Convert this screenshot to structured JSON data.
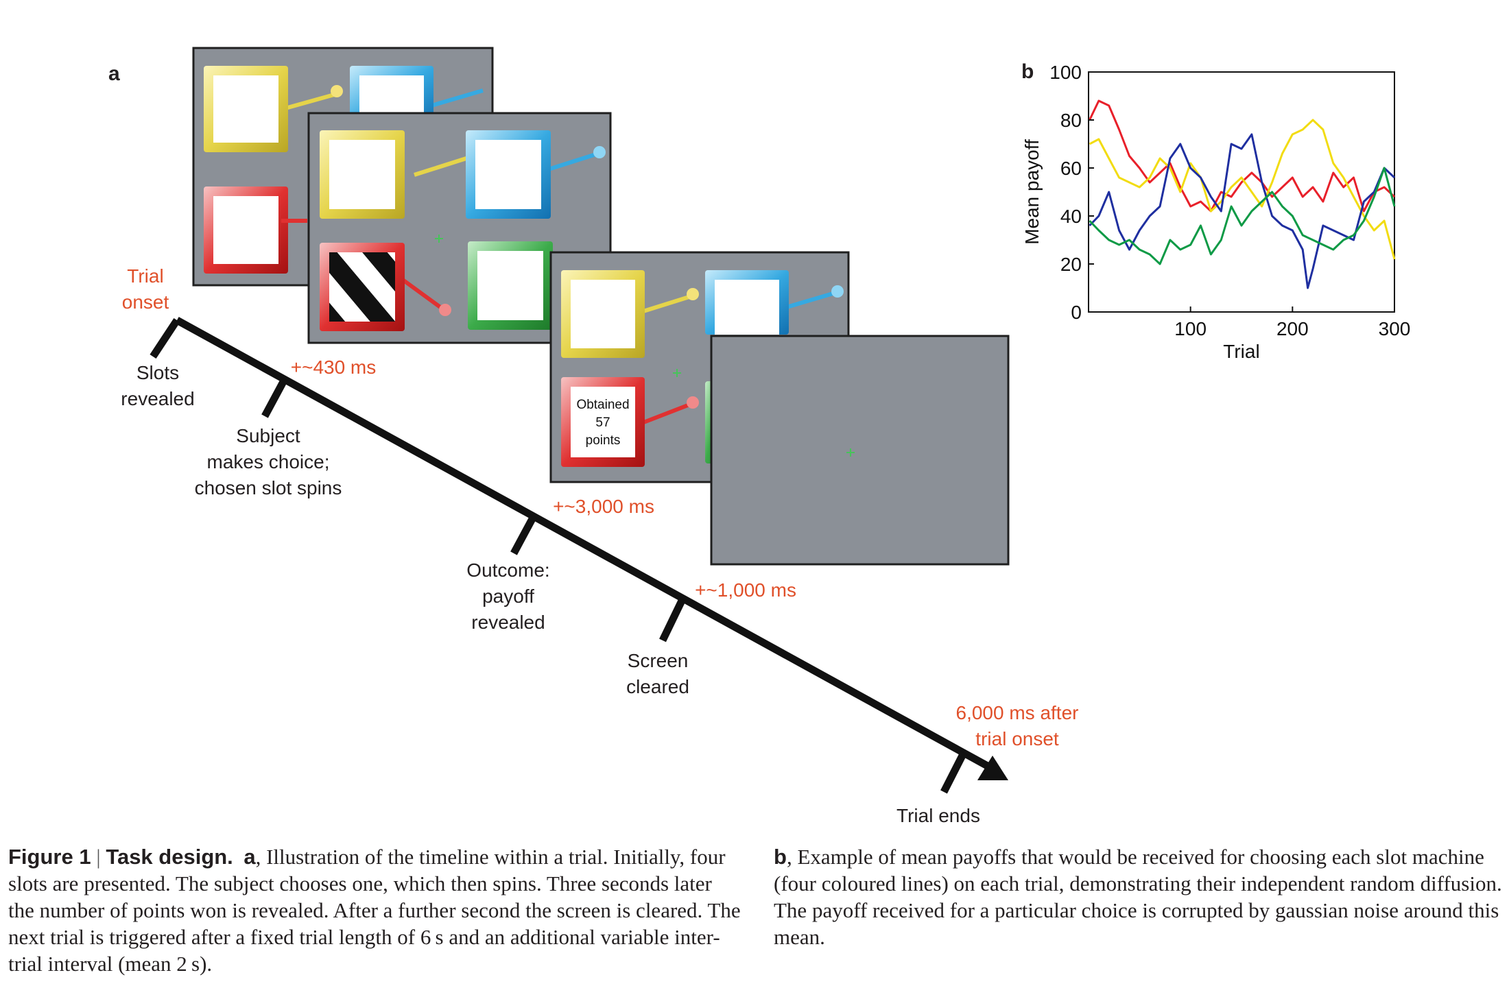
{
  "panel_labels": {
    "a": "a",
    "b": "b"
  },
  "timeline": {
    "onset_label": [
      "Trial",
      "onset"
    ],
    "events": [
      {
        "label": [
          "Slots",
          "revealed"
        ]
      },
      {
        "label": [
          "Subject",
          "makes choice;",
          "chosen slot spins"
        ],
        "delay": "+~430 ms"
      },
      {
        "label": [
          "Outcome:",
          "payoff",
          "revealed"
        ],
        "delay": "+~3,000 ms"
      },
      {
        "label": [
          "Screen",
          "cleared"
        ],
        "delay": "+~1,000 ms"
      },
      {
        "label": [
          "Trial ends"
        ],
        "delay": [
          "6,000 ms after",
          "trial onset"
        ]
      }
    ],
    "outcome_slot_text": [
      "Obtained",
      "57",
      "points"
    ]
  },
  "colors": {
    "accent_text": "#e0502a",
    "screen_gray": "#8b9097",
    "slot_yellow": "#e5d44a",
    "slot_blue": "#36a9e1",
    "slot_red": "#e03131",
    "slot_green": "#3cab4a",
    "fixation_cross": "#47c35a",
    "series_blue": "#1f2fa0",
    "series_red": "#e8202a",
    "series_yellow": "#f2dc12",
    "series_green": "#0e9a46"
  },
  "chart_data": {
    "type": "line",
    "xlabel": "Trial",
    "ylabel": "Mean payoff",
    "xlim": [
      0,
      300
    ],
    "ylim": [
      0,
      100
    ],
    "xticks": [
      100,
      200,
      300
    ],
    "yticks": [
      0,
      20,
      40,
      60,
      80,
      100
    ],
    "grid": false,
    "legend": "none",
    "series": [
      {
        "color": "red",
        "x": [
          1,
          10,
          20,
          30,
          40,
          50,
          60,
          70,
          80,
          90,
          100,
          110,
          120,
          130,
          140,
          150,
          160,
          170,
          180,
          190,
          200,
          210,
          220,
          230,
          240,
          250,
          260,
          270,
          280,
          290,
          300
        ],
        "y": [
          80,
          88,
          86,
          76,
          65,
          60,
          54,
          58,
          62,
          52,
          44,
          46,
          42,
          50,
          48,
          54,
          58,
          54,
          48,
          52,
          56,
          48,
          52,
          46,
          58,
          52,
          56,
          42,
          50,
          52,
          48
        ]
      },
      {
        "color": "yellow",
        "x": [
          1,
          10,
          20,
          30,
          40,
          50,
          60,
          70,
          80,
          90,
          100,
          110,
          120,
          130,
          140,
          150,
          160,
          170,
          180,
          190,
          200,
          210,
          220,
          230,
          240,
          250,
          260,
          270,
          280,
          290,
          300
        ],
        "y": [
          70,
          72,
          64,
          56,
          54,
          52,
          56,
          64,
          60,
          50,
          62,
          56,
          42,
          46,
          52,
          56,
          50,
          44,
          54,
          66,
          74,
          76,
          80,
          76,
          62,
          56,
          48,
          40,
          34,
          38,
          22
        ]
      },
      {
        "color": "blue",
        "x": [
          1,
          10,
          20,
          30,
          40,
          50,
          60,
          70,
          80,
          90,
          100,
          110,
          120,
          130,
          140,
          150,
          160,
          170,
          180,
          190,
          200,
          210,
          215,
          220,
          230,
          240,
          250,
          260,
          270,
          280,
          290,
          300
        ],
        "y": [
          36,
          40,
          50,
          34,
          26,
          34,
          40,
          44,
          64,
          70,
          60,
          56,
          48,
          42,
          70,
          68,
          74,
          54,
          40,
          36,
          34,
          26,
          10,
          18,
          36,
          34,
          32,
          30,
          46,
          50,
          60,
          56
        ]
      },
      {
        "color": "green",
        "x": [
          1,
          10,
          20,
          30,
          40,
          50,
          60,
          70,
          80,
          90,
          100,
          110,
          120,
          130,
          140,
          150,
          160,
          170,
          180,
          190,
          200,
          210,
          220,
          230,
          240,
          250,
          260,
          270,
          280,
          290,
          300
        ],
        "y": [
          38,
          34,
          30,
          28,
          30,
          26,
          24,
          20,
          30,
          26,
          28,
          36,
          24,
          30,
          44,
          36,
          42,
          46,
          50,
          44,
          40,
          32,
          30,
          28,
          26,
          30,
          32,
          38,
          48,
          60,
          44
        ]
      }
    ]
  },
  "caption": {
    "label": "Figure 1",
    "separator": "|",
    "title": "Task design.",
    "panel_a": "a",
    "text_a": ", Illustration of the timeline within a trial. Initially, four slots are presented. The subject chooses one, which then spins. Three seconds later the number of points won is revealed. After a further second the screen is cleared. The next trial is triggered after a fixed trial length of 6 s and an additional variable inter-trial interval (mean 2 s).",
    "panel_b": "b",
    "text_b": ", Example of mean payoffs that would be received for choosing each slot machine (four coloured lines) on each trial, demonstrating their independent random diffusion. The payoff received for a particular choice is corrupted by gaussian noise around this mean."
  }
}
